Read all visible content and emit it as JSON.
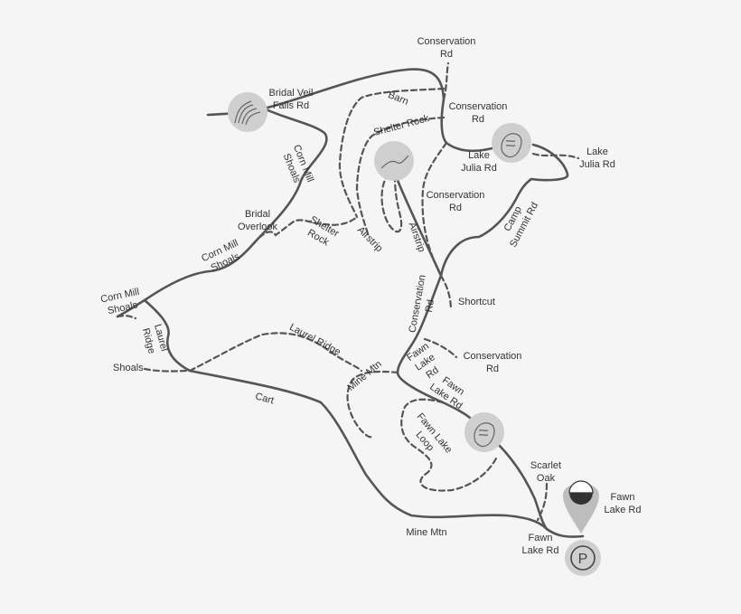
{
  "map": {
    "labels": {
      "bridal_veil_falls_rd": [
        "Bridal Veil",
        "Falls Rd"
      ],
      "conservation_rd_top": [
        "Conservation",
        "Rd"
      ],
      "conservation_rd_upper": [
        "Conservation",
        "Rd"
      ],
      "barn": "Barn",
      "shelter_rock_trail": "Shelter Rock",
      "lake_julia_rd_left": [
        "Lake",
        "Julia Rd"
      ],
      "lake_julia_rd_right": [
        "Lake",
        "Julia Rd"
      ],
      "corn_mill_shoals_upper": [
        "Corn Mill",
        "Shoals"
      ],
      "conservation_rd_mid": [
        "Conservation",
        "Rd"
      ],
      "camp_summit_rd": [
        "Camp",
        "Summit Rd"
      ],
      "bridal_overlook": [
        "Bridal",
        "Overlook"
      ],
      "shelter_rock_lower": [
        "Shelter",
        "Rock"
      ],
      "airstrip_trail": "Airstrip",
      "airstrip_road": "Airstrip",
      "corn_mill_shoals_mid": [
        "Corn Mill",
        "Shoals"
      ],
      "corn_mill_shoals_left": [
        "Corn Mill",
        "Shoals"
      ],
      "shortcut": "Shortcut",
      "conservation_rd_vertical": [
        "Conservation",
        "Rd"
      ],
      "laurel_ridge_road": [
        "Laurel",
        "Ridge"
      ],
      "laurel_ridge_trail": "Laurel Ridge",
      "conservation_rd_lower": [
        "Conservation",
        "Rd"
      ],
      "shoals": "Shoals",
      "mine_mtn_trail": "Mine Mtn",
      "fawn_lake_rd_small": [
        "Fawn",
        "Lake",
        "Rd"
      ],
      "fawn_lake_rd_diag": [
        "Fawn",
        "Lake Rd"
      ],
      "cart": "Cart",
      "fawn_lake_loop": [
        "Fawn Lake",
        "Loop"
      ],
      "scarlet_oak": [
        "Scarlet",
        "Oak"
      ],
      "fawn_lake_rd_right": [
        "Fawn",
        "Lake Rd"
      ],
      "mine_mtn_road": "Mine Mtn",
      "fawn_lake_rd_bottom": [
        "Fawn",
        "Lake Rd"
      ]
    },
    "icons": {
      "waterfall": "waterfall-icon",
      "airstrip": "mountain-icon",
      "lake_julia": "lake-icon",
      "fawn_lake": "lake-icon",
      "location": "location-pin-icon",
      "parking": "parking-icon"
    },
    "parking_letter": "P",
    "colors": {
      "background": "#f5f5f5",
      "road": "#555555",
      "icon_bg": "#cfcfcf",
      "pin": "#bdbdbd"
    }
  }
}
